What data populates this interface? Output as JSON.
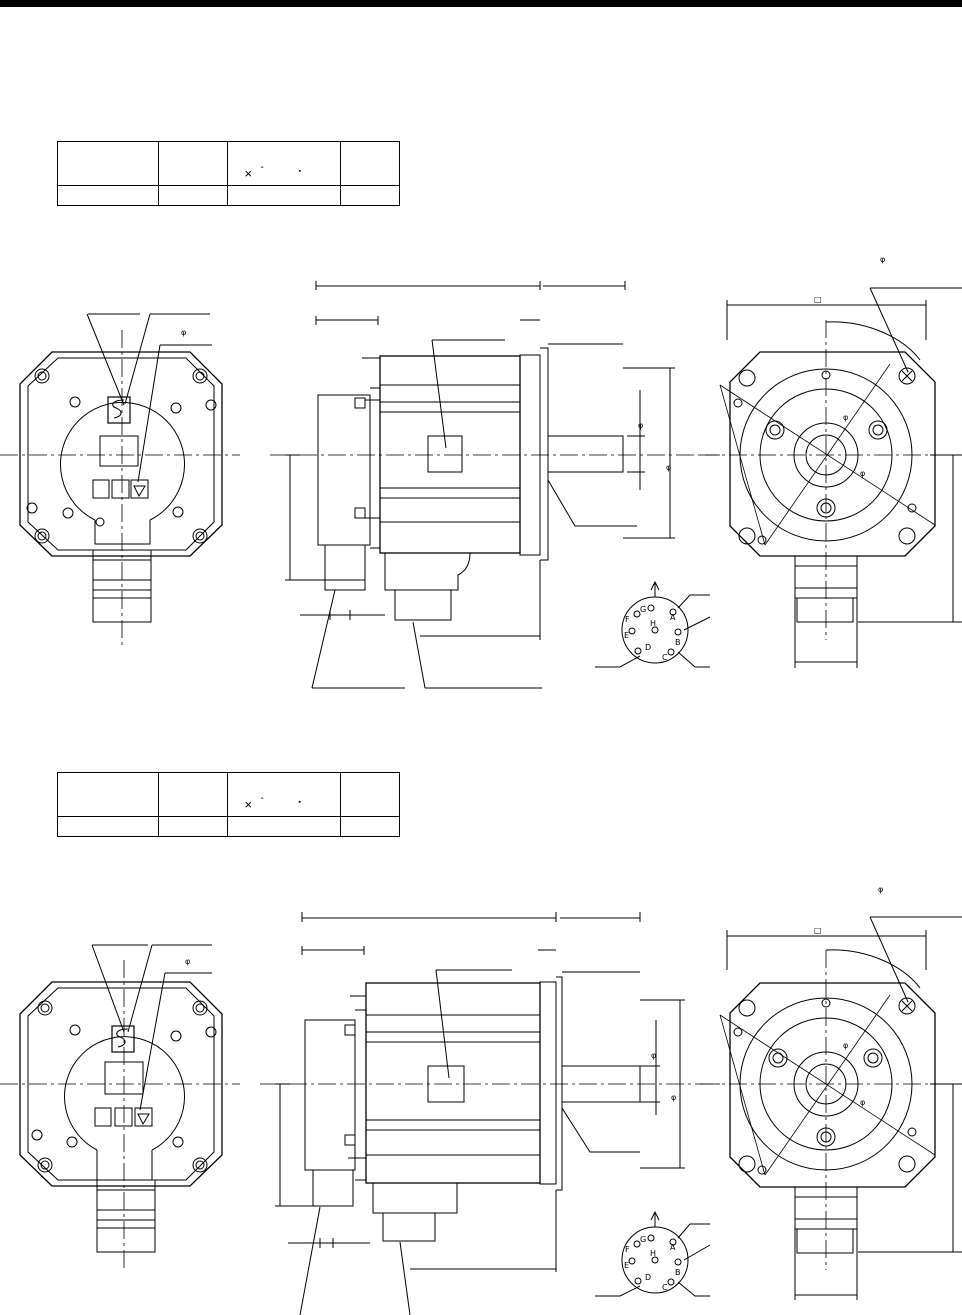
{
  "page": {
    "symbols": {
      "times": "×",
      "dash": "-",
      "dot": "▪",
      "phi": "φ",
      "square": "□"
    },
    "connector_pins": [
      "G",
      "A",
      "H",
      "B",
      "E",
      "D",
      "C",
      "F"
    ]
  },
  "table1": {
    "header_cells": [
      "",
      "",
      "",
      ""
    ],
    "row_cells": [
      "",
      "",
      "",
      ""
    ]
  },
  "table2": {
    "header_cells": [
      "",
      "",
      "",
      ""
    ],
    "row_cells": [
      "",
      "",
      "",
      ""
    ]
  }
}
